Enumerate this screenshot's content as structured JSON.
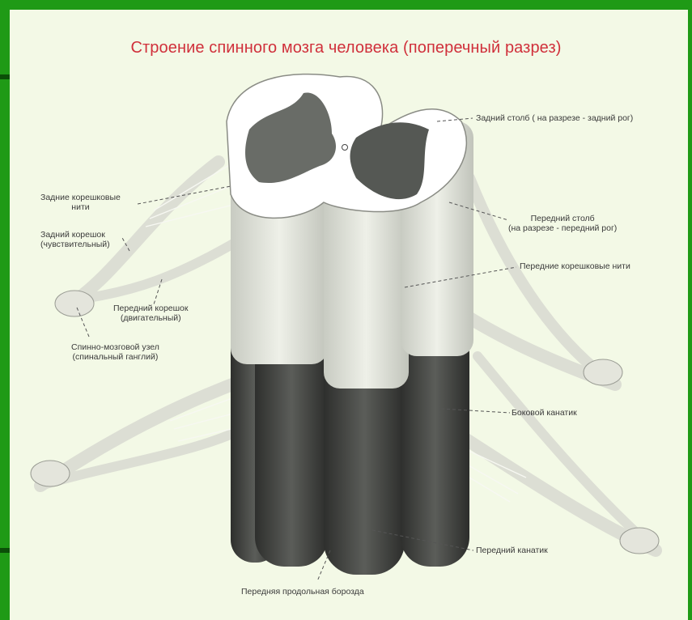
{
  "title": "Строение спинного мозга человека  (поперечный разрез)",
  "labels": {
    "posterior_column": [
      "Задний столб ( на разрезе - задний рог)"
    ],
    "posterior_root_fibers": [
      "Задние корешковые",
      "нити"
    ],
    "posterior_root": [
      "Задний корешок",
      "(чувствительный)"
    ],
    "anterior_column": [
      "Передний столб",
      "(на разрезе - передний рог)"
    ],
    "anterior_root_fibers": [
      "Передние корешковые нити"
    ],
    "anterior_root": [
      "Передний корешок",
      "(двигательный)"
    ],
    "spinal_ganglion": [
      "Спинно-мозговой узел",
      "(спинальный ганглий)"
    ],
    "lateral_funiculus": [
      "Боковой канатик"
    ],
    "anterior_funiculus": [
      "Передний канатик"
    ],
    "anterior_median_fissure": [
      "Передняя продольная борозда"
    ]
  },
  "colors": {
    "frame": "#1f9a16",
    "background": "#f3f9e6",
    "title": "#d0303b",
    "white_matter": "#ffffff",
    "grey_matter": "#6a6d68",
    "columns_dark": "#3f403e",
    "nerve": "#e7e8df"
  }
}
